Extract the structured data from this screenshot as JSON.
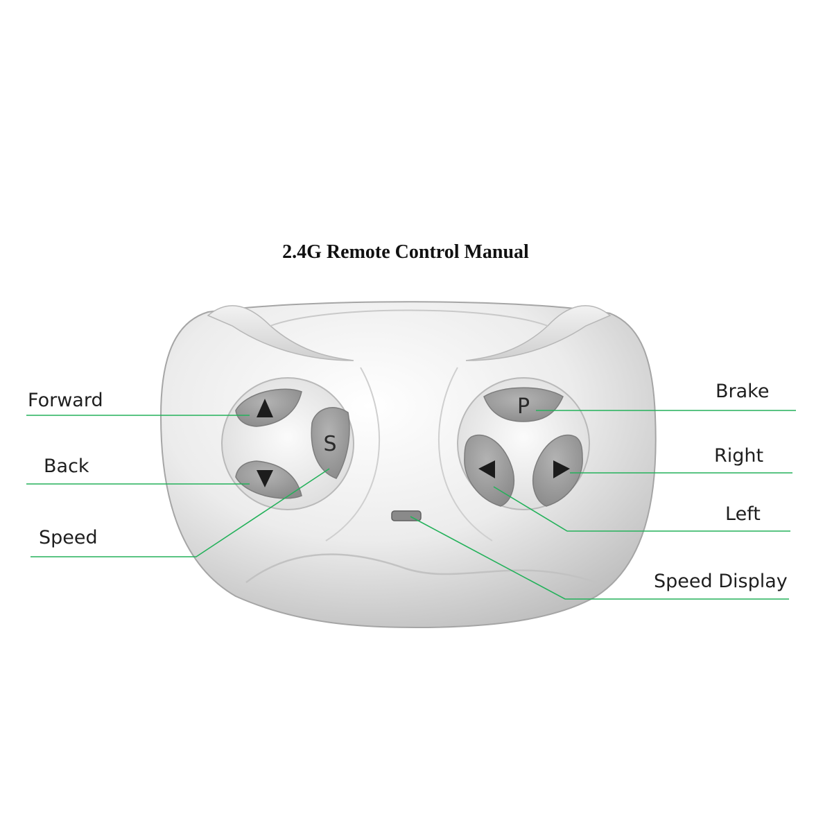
{
  "title": "2.4G Remote Control Manual",
  "colors": {
    "leader_line": "#23b15a",
    "body_light": "#f7f7f7",
    "body_mid": "#dedede",
    "body_dark": "#a9a9a9",
    "button_fill": "#9a9a9a",
    "glyph": "#1c1c1c",
    "led": "#8a8a8a"
  },
  "buttons": {
    "speed_glyph": "S",
    "brake_glyph": "P"
  },
  "callouts": {
    "forward": "Forward",
    "back": "Back",
    "speed": "Speed",
    "brake": "Brake",
    "right": "Right",
    "left": "Left",
    "speed_display": "Speed Display"
  }
}
